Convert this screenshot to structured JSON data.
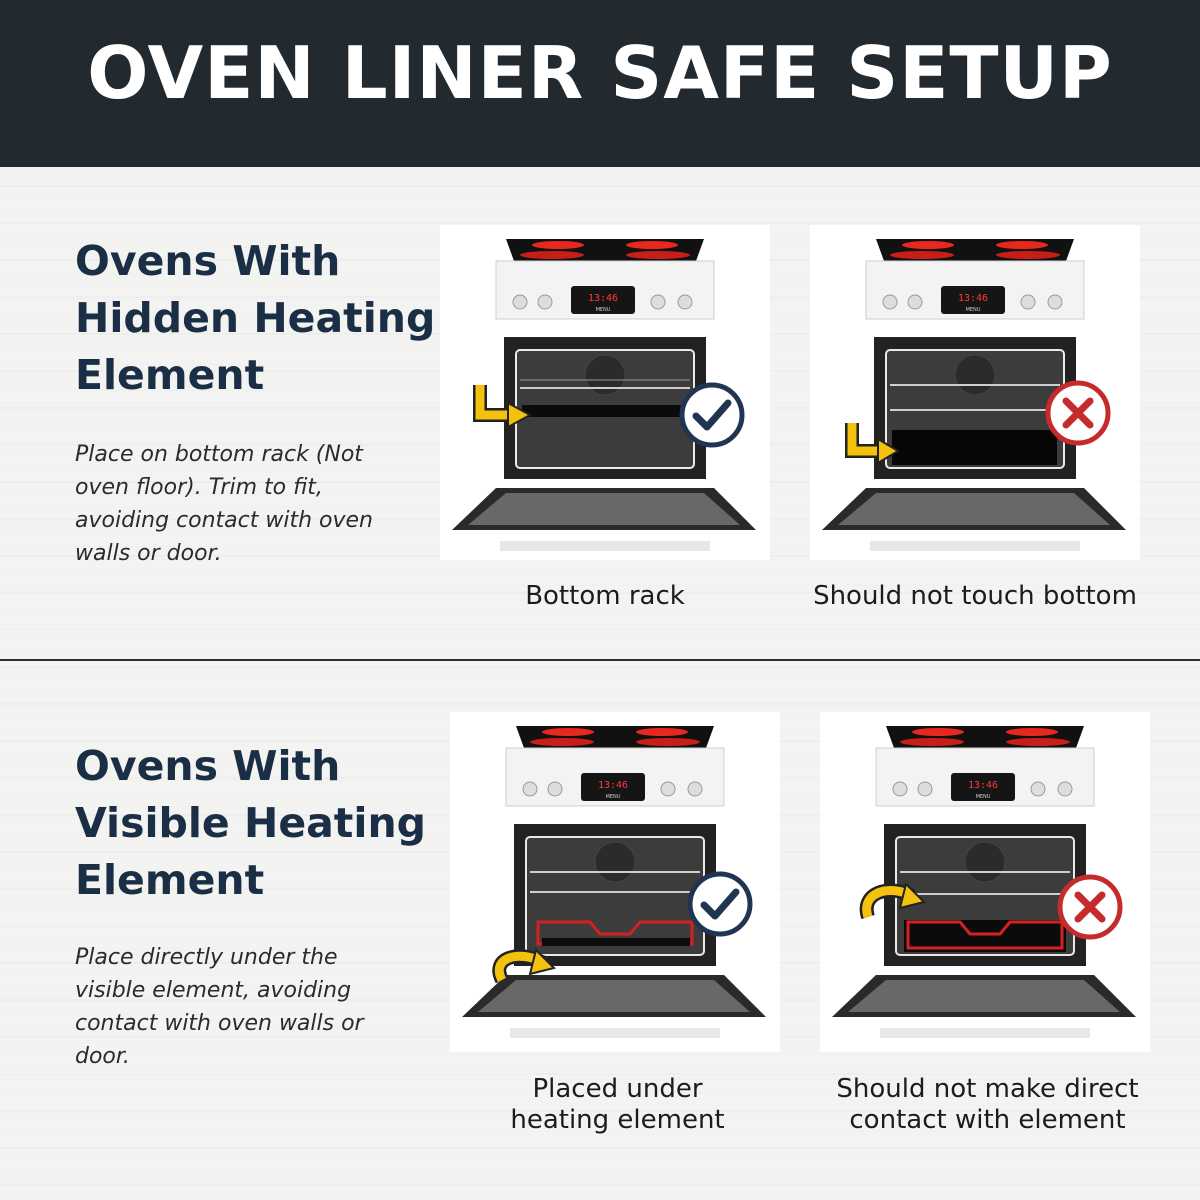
{
  "header": {
    "title": "OVEN LINER SAFE SETUP"
  },
  "sections": [
    {
      "title_lines": [
        "Ovens With",
        "Hidden Heating",
        "Element"
      ],
      "description": "Place on bottom rack (Not oven floor). Trim to fit, avoiding contact with oven walls or door.",
      "panels": [
        {
          "caption_lines": [
            "Bottom rack"
          ],
          "status": "correct",
          "status_icon": "check-icon"
        },
        {
          "caption_lines": [
            "Should not touch bottom"
          ],
          "status": "incorrect",
          "status_icon": "x-icon"
        }
      ]
    },
    {
      "title_lines": [
        "Ovens With",
        "Visible Heating",
        "Element"
      ],
      "description": "Place directly under the visible element, avoiding contact with oven walls or door.",
      "panels": [
        {
          "caption_lines": [
            "Placed under",
            "heating element"
          ],
          "status": "correct",
          "status_icon": "check-icon"
        },
        {
          "caption_lines": [
            "Should not make direct",
            "contact with element"
          ],
          "status": "incorrect",
          "status_icon": "x-icon"
        }
      ]
    }
  ],
  "oven_display": {
    "time": "13:46",
    "menu_label": "MENU"
  },
  "colors": {
    "header_bg": "#222a30",
    "title_navy": "#1a2f45",
    "check_ring": "#1f3550",
    "x_ring": "#c62b2b",
    "arrow_yellow": "#f4c20d",
    "element_red": "#d42020",
    "burner_red": "#e8281e"
  }
}
